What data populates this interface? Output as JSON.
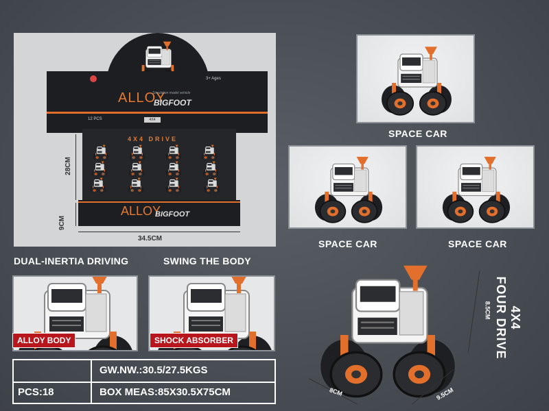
{
  "box": {
    "brand": "ALLOY",
    "model": "BIGFOOT",
    "tagline": "Simulation model vehicle",
    "ages": "3+ Ages",
    "pcs": "12 PCS",
    "drive_badge": "4X4 DRIVE",
    "tray_label": "4X4 DRIVE",
    "dim_height": "28CM",
    "dim_front": "9CM",
    "dim_width": "34.5CM"
  },
  "cards": {
    "top_caption": "SPACE CAR",
    "left_caption": "SPACE CAR",
    "right_caption": "SPACE CAR"
  },
  "features": {
    "dual_title": "DUAL-INERTIA DRIVING",
    "swing_title": "SWING THE BODY",
    "alloy_label": "ALLOY BODY",
    "shock_label": "SHOCK ABSORBER"
  },
  "info": {
    "gw": "GW.NW.:30.5/27.5KGS",
    "pcs": "PCS:18",
    "box_meas": "BOX MEAS:85X30.5X75CM"
  },
  "main": {
    "drive_line1": "4X4",
    "drive_line2": "FOUR DRIVE",
    "dim_height": "8.5CM",
    "dim_length": "8CM",
    "dim_width": "9.5CM"
  },
  "colors": {
    "accent_orange": "#e2702c",
    "label_red": "#b8161d",
    "background": "#4a4f56"
  }
}
